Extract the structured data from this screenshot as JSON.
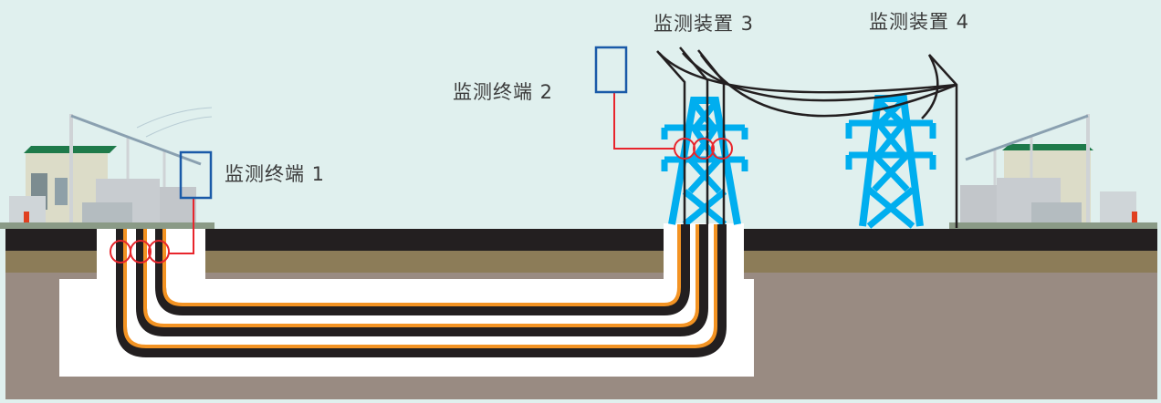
{
  "labels": {
    "terminal_1": "监测终端 1",
    "terminal_2": "监测终端 2",
    "device_3": "监测装置 3",
    "device_4": "监测装置 4"
  },
  "colors": {
    "background": "#e0f0ee",
    "surface_layer": "#231f20",
    "soil_layer": "#8c7c58",
    "deep_soil": "#998b82",
    "trench": "#ffffff",
    "cable_core": "#231f20",
    "cable_sheath": "#f39323",
    "sensor_ring": "#e8252c",
    "terminal_box": "#1a5aa8",
    "tower": "#00aeef",
    "overhead_line": "#231f20"
  },
  "icons": {
    "substation_left": "substation-building-icon",
    "substation_right": "substation-building-icon",
    "tower_near": "transmission-tower-icon",
    "tower_far": "transmission-tower-icon"
  }
}
